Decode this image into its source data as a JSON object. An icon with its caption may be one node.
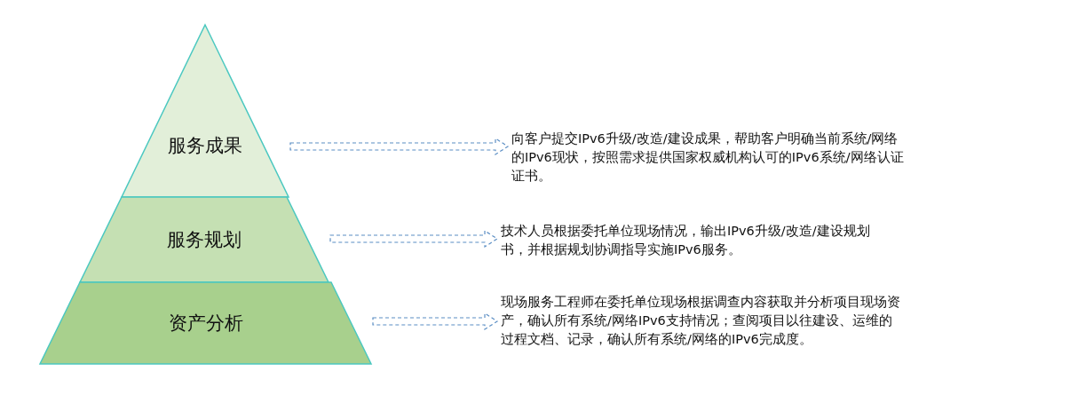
{
  "diagram": {
    "nodes": [
      {
        "text": [
          "服务成果"
        ]
      },
      {
        "text": [
          "服务规划"
        ]
      },
      {
        "text": [
          "资产分析"
        ]
      },
      {
        "text": [
          "向客户提交IPv6升级/改造/建设成果，帮助客户明确当前系统/网络的IPv6现状，按照需求提供国家权威机构认可的IPv6系统/网络认证证书。"
        ]
      },
      {
        "text": [
          "技术人员根据委托单位现场情况，输出IPv6升级/改造/建设规划书，并根据规划协调指导实施IPv6服务。"
        ]
      },
      {
        "text": [
          "现场服务工程师在委托单位现场根据调查内容获取并分析项目现场资产，确认所有系统/网络IPv6支持情况；查阅项目以往建设、运维的过程文档、记录，确认所有系统/网络的IPv6完成度。"
        ]
      }
    ],
    "edges": [
      {
        "from": 0,
        "to": 3,
        "arrow": "to",
        "style": "dashed"
      },
      {
        "from": 1,
        "to": 4,
        "arrow": "to",
        "style": "dashed"
      },
      {
        "from": 2,
        "to": 5,
        "arrow": "to",
        "style": "dashed"
      }
    ]
  }
}
